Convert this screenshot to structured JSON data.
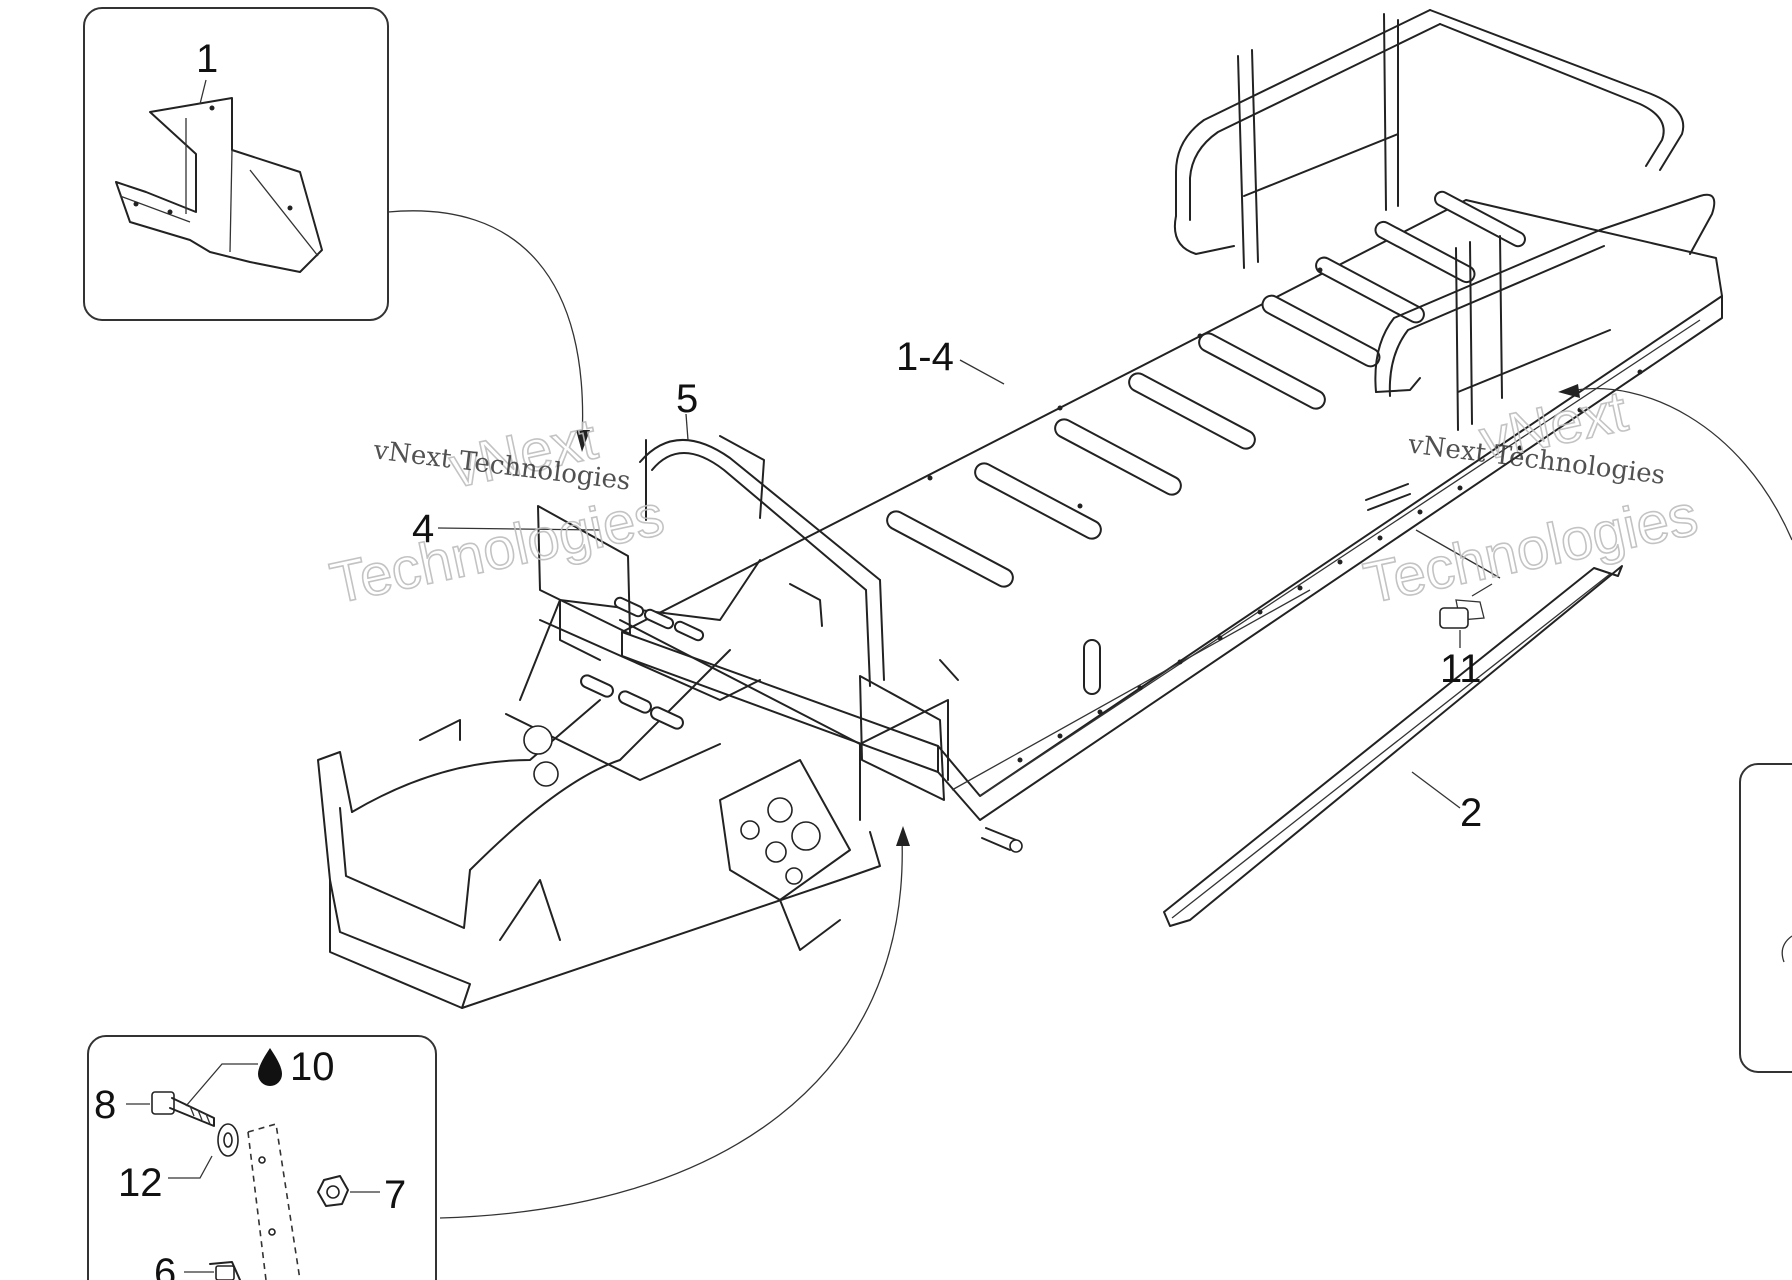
{
  "callouts": {
    "c1": "1",
    "c1_4": "1-4",
    "c5": "5",
    "c4": "4",
    "c11": "11",
    "c2": "2",
    "c8": "8",
    "c10": "10",
    "c12": "12",
    "c7": "7",
    "c6": "6"
  },
  "watermarks": {
    "left_small": "vNext Technologies",
    "left_big_1": "vNext",
    "left_big_2": "Technologies",
    "right_small": "vNext Technologies",
    "right_big_1": "vNext",
    "right_big_2": "Technologies"
  },
  "icons": {
    "adhesive_drop": "drop-icon"
  },
  "colors": {
    "line": "#222222",
    "watermark": "#bdbdbd",
    "background": "#ffffff"
  }
}
